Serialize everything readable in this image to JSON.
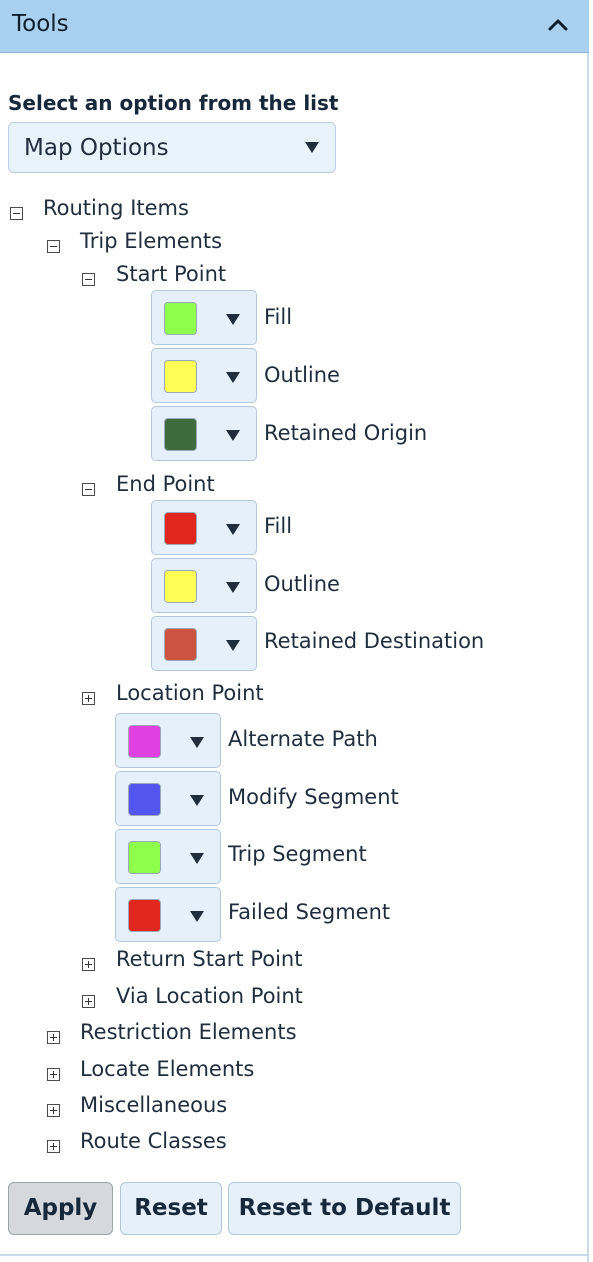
{
  "header": {
    "title": "Tools",
    "collapse_icon": "chevron-up-icon"
  },
  "selector": {
    "label": "Select an option from the list",
    "value": "Map Options"
  },
  "tree": {
    "routing_items": "Routing Items",
    "trip_elements": "Trip Elements",
    "start_point": {
      "label": "Start Point",
      "colors": [
        {
          "label": "Fill",
          "color": "#8eff4a"
        },
        {
          "label": "Outline",
          "color": "#ffff55"
        },
        {
          "label": "Retained Origin",
          "color": "#3e6b3c"
        }
      ]
    },
    "end_point": {
      "label": "End Point",
      "colors": [
        {
          "label": "Fill",
          "color": "#e1261d"
        },
        {
          "label": "Outline",
          "color": "#ffff55"
        },
        {
          "label": "Retained Destination",
          "color": "#cd5440"
        }
      ]
    },
    "location_point": {
      "label": "Location Point",
      "colors": [
        {
          "label": "Alternate Path",
          "color": "#e040e0"
        },
        {
          "label": "Modify Segment",
          "color": "#5454ee"
        },
        {
          "label": "Trip Segment",
          "color": "#8eff4a"
        },
        {
          "label": "Failed Segment",
          "color": "#e1261d"
        }
      ]
    },
    "return_start_point": "Return Start Point",
    "via_location_point": "Via Location Point",
    "restriction_elements": "Restriction Elements",
    "locate_elements": "Locate Elements",
    "miscellaneous": "Miscellaneous",
    "route_classes": "Route Classes"
  },
  "buttons": {
    "apply": "Apply",
    "reset": "Reset",
    "reset_default": "Reset to Default"
  }
}
